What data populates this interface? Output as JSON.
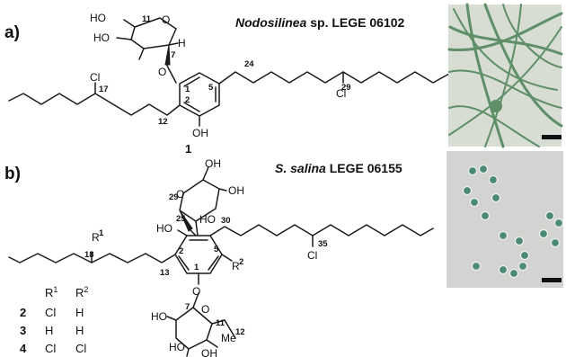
{
  "panel_a": {
    "label": "a)",
    "species_italic": "Nodosilinea",
    "species_rest": " sp. LEGE 06102",
    "compound_number": "1",
    "atom_O_ring": "O",
    "atom_O_link": "O",
    "atom_H": "H",
    "atom_HO_1": "HO",
    "atom_HO_2": "HO",
    "atom_OH": "OH",
    "atom_Cl_left": "Cl",
    "atom_Cl_right": "Cl",
    "locant_11": "11",
    "locant_7": "7",
    "locant_1": "1",
    "locant_5": "5",
    "locant_24": "24",
    "locant_29": "29",
    "locant_17": "17",
    "locant_12": "12",
    "locant_2": "2"
  },
  "panel_b": {
    "label": "b)",
    "species_italic": "S. salina",
    "species_rest": " LEGE 06155",
    "atom_OH_top": "OH",
    "atom_OH_mid": "OH",
    "atom_O_ring_top": "O",
    "atom_HO_ring": "HO",
    "atom_HO_arom": "HO",
    "atom_R1": "R",
    "sup_R1": "1",
    "atom_R2": "R",
    "sup_R2": "2",
    "atom_Cl": "Cl",
    "atom_O_link": "O",
    "atom_O_ring_bot": "O",
    "atom_HO_bot": "HO",
    "atom_HO_bot2": "HO",
    "atom_OH_bot": "OH",
    "atom_Me": "Me",
    "locant_29": "29",
    "locant_25": "25",
    "locant_30": "30",
    "locant_18": "18",
    "locant_2": "2",
    "locant_5": "5",
    "locant_35": "35",
    "locant_13": "13",
    "locant_1": "1",
    "locant_7": "7",
    "locant_11": "11",
    "locant_12": "12",
    "table": {
      "header_r1": "R",
      "header_r1_sup": "1",
      "header_r2": "R",
      "header_r2_sup": "2",
      "rows": [
        {
          "compound": "2",
          "r1": "Cl",
          "r2": "H"
        },
        {
          "compound": "3",
          "r1": "H",
          "r2": "H"
        },
        {
          "compound": "4",
          "r1": "Cl",
          "r2": "Cl"
        }
      ]
    }
  },
  "colors": {
    "micrograph_a_bg": "#d7ddd2",
    "filament": "#5e8f68",
    "micrograph_b_bg": "#d3d4d1",
    "cell": "#4c8a78",
    "scale_bar": "#111111"
  }
}
